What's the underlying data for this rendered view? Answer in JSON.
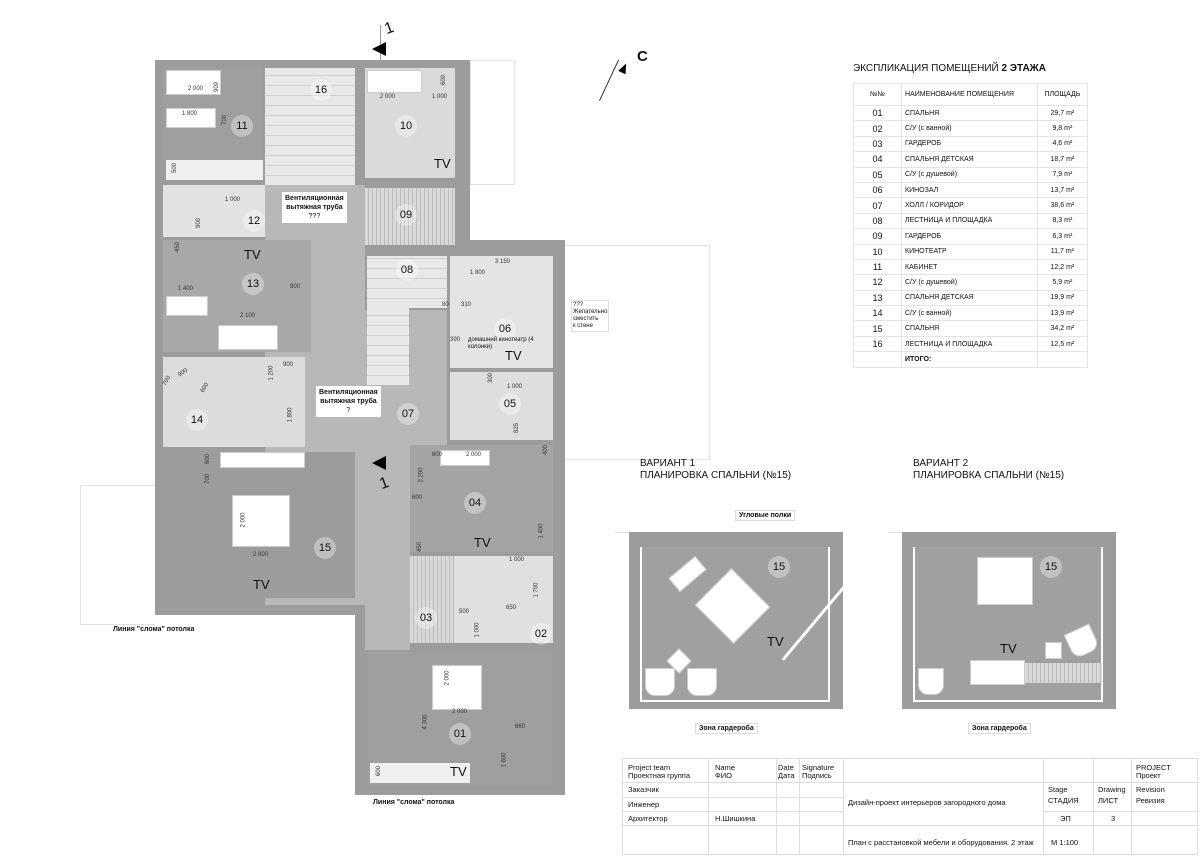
{
  "north": "С",
  "section_mark": "1",
  "plan": {
    "rooms": [
      "01",
      "02",
      "03",
      "04",
      "05",
      "06",
      "07",
      "08",
      "09",
      "10",
      "11",
      "12",
      "13",
      "14",
      "15",
      "16"
    ],
    "tv": "TV",
    "vent_1": {
      "line1": "Вентиляционная",
      "line2": "вытяжная труба",
      "line3": "???"
    },
    "vent_2": {
      "line1": "Вентиляционная",
      "line2": "вытяжная труба",
      "line3": "?"
    },
    "cinema_note": "домашний кинотеатр (4 колонки)",
    "move_note": {
      "line1": "???",
      "line2": "Желательно",
      "line3": "сместить",
      "line4": "к стене"
    },
    "ceiling_break": "Линия \"слома\" потолка",
    "dims": [
      "2 000",
      "900",
      "1 800",
      "700",
      "500",
      "2 000",
      "1 000",
      "600",
      "1 000",
      "900",
      "450",
      "1 400",
      "900",
      "2 100",
      "3 150",
      "1 800",
      "80",
      "310",
      "390",
      "300",
      "1 000",
      "825",
      "900",
      "700",
      "600",
      "1 200",
      "900",
      "1 800",
      "600",
      "700",
      "2 000",
      "2 000",
      "600",
      "2 000",
      "400",
      "2 200",
      "600",
      "1 400",
      "450",
      "1 000",
      "1 700",
      "500",
      "650",
      "1 000",
      "2 000",
      "2 000",
      "4 300",
      "660",
      "1 600",
      "600"
    ]
  },
  "explication": {
    "title_regular": "ЭКСПЛИКАЦИЯ ПОМЕЩЕНИЙ ",
    "title_bold": "2 ЭТАЖА",
    "headers": [
      "№№",
      "НАИМЕНОВАНИЕ ПОМЕЩЕНИЯ",
      "ПЛОЩАДЬ"
    ],
    "rows": [
      [
        "01",
        "СПАЛЬНЯ",
        "29,7 m²"
      ],
      [
        "02",
        "С/У (с ванной)",
        "9,8 m²"
      ],
      [
        "03",
        "ГАРДЕРОБ",
        "4,6 m²"
      ],
      [
        "04",
        "СПАЛЬНЯ ДЕТСКАЯ",
        "18,7 m²"
      ],
      [
        "05",
        "С/У (с душевой)",
        "7,9 m²"
      ],
      [
        "06",
        "КИНОЗАЛ",
        "13,7 m²"
      ],
      [
        "07",
        "ХОЛЛ / КОРИДОР",
        "38,6 m²"
      ],
      [
        "08",
        "ЛЕСТНИЦА И ПЛОЩАДКА",
        "8,3 m²"
      ],
      [
        "09",
        "ГАРДЕРОБ",
        "6,3 m²"
      ],
      [
        "10",
        "КИНОТЕАТР",
        "11,7 m²"
      ],
      [
        "11",
        "КАБИНЕТ",
        "12,2 m²"
      ],
      [
        "12",
        "С/У (с душевой)",
        "5,9 m²"
      ],
      [
        "13",
        "СПАЛЬНЯ ДЕТСКАЯ",
        "19,9 m²"
      ],
      [
        "14",
        "С/У (с ванной)",
        "13,9 m²"
      ],
      [
        "15",
        "СПАЛЬНЯ",
        "34,2 m²"
      ],
      [
        "16",
        "ЛЕСТНИЦА И ПЛОЩАДКА",
        "12,5 m²"
      ]
    ],
    "total_label": "ИТОГО:"
  },
  "variants": [
    {
      "line1": "ВАРИАНТ 1",
      "line2": "ПЛАНИРОВКА СПАЛЬНИ (№15)",
      "room": "15",
      "tv": "TV",
      "note_top": "Угловые полки",
      "note_bottom": "Зона гардероба"
    },
    {
      "line1": "ВАРИАНТ 2",
      "line2": "ПЛАНИРОВКА СПАЛЬНИ (№15)",
      "room": "15",
      "tv": "TV",
      "note_bottom": "Зона гардероба"
    }
  ],
  "title_block": {
    "team_en": "Project team",
    "team_ru": "Проектная группа",
    "name_en": "Name",
    "name_ru": "ФИО",
    "date_en": "Date",
    "date_ru": "Дата",
    "sig_en": "Signature",
    "sig_ru": "Подпись",
    "roles": [
      "Заказчик",
      "Инженер",
      "Архитектор"
    ],
    "architect_name": "Н.Шишкина",
    "project_name": "Дизайн-проект интерьеров загородного дома",
    "sheet_name": "План с расстановкой мебели и оборудования. 2 этаж",
    "stage_en": "Stage",
    "stage_ru": "СТАДИЯ",
    "stage_value": "ЭП",
    "drawing_en": "Drawing",
    "drawing_ru": "ЛИСТ",
    "drawing_value": "3",
    "project_en": "PROJECT",
    "project_ru": "Проект",
    "revision_en": "Revision",
    "revision_ru": "Ревизия",
    "scale": "М 1:100"
  }
}
